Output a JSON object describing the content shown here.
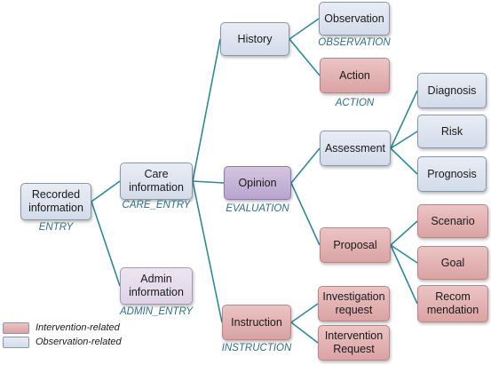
{
  "nodes": {
    "recorded": {
      "label": "Recorded\ninformation",
      "type_label": "ENTRY"
    },
    "care": {
      "label": "Care\ninformation",
      "type_label": "CARE_ENTRY"
    },
    "admin": {
      "label": "Admin\ninformation",
      "type_label": "ADMIN_ENTRY"
    },
    "history": {
      "label": "History"
    },
    "opinion": {
      "label": "Opinion",
      "type_label": "EVALUATION"
    },
    "instruction": {
      "label": "Instruction",
      "type_label": "INSTRUCTION"
    },
    "observation": {
      "label": "Observation",
      "type_label": "OBSERVATION"
    },
    "action": {
      "label": "Action",
      "type_label": "ACTION"
    },
    "assessment": {
      "label": "Assessment"
    },
    "proposal": {
      "label": "Proposal"
    },
    "diagnosis": {
      "label": "Diagnosis"
    },
    "risk": {
      "label": "Risk"
    },
    "prognosis": {
      "label": "Prognosis"
    },
    "scenario": {
      "label": "Scenario"
    },
    "goal": {
      "label": "Goal"
    },
    "recommendation": {
      "label": "Recom\nmendation"
    },
    "investigation": {
      "label": "Investigation\nrequest"
    },
    "intervention": {
      "label": "Intervention\nRequest"
    }
  },
  "legend": {
    "intervention_label": "Intervention-related",
    "observation_label": "Observation-related"
  },
  "colors": {
    "observation_related": "#d3dcea",
    "intervention_related": "#daa2a3",
    "evaluation": "#b9a4cf",
    "admin": "#ddd3e6",
    "connector": "#2f8a96",
    "type_label": "#2f6f80"
  }
}
